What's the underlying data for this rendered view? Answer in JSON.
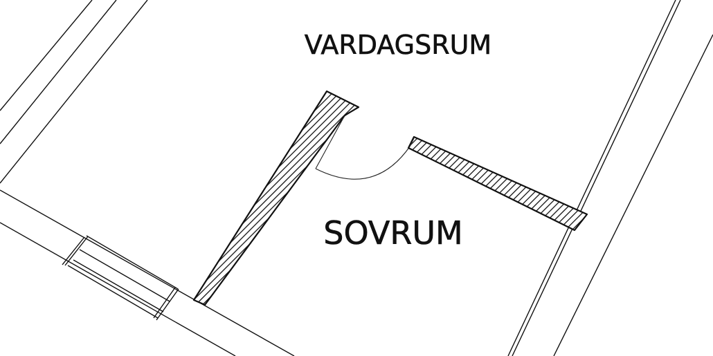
{
  "plan": {
    "rooms": [
      {
        "id": "living_room",
        "label": "VARDAGSRUM"
      },
      {
        "id": "bedroom",
        "label": "SOVRUM"
      }
    ]
  }
}
